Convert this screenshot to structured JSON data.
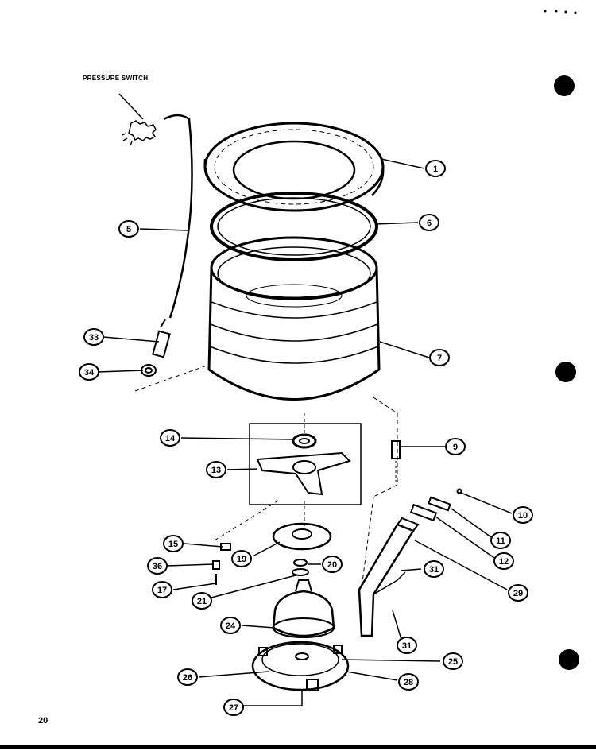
{
  "title": "PRESSURE SWITCH",
  "page_number": "20",
  "callouts": [
    {
      "number": "1"
    },
    {
      "number": "6"
    },
    {
      "number": "5"
    },
    {
      "number": "33"
    },
    {
      "number": "34"
    },
    {
      "number": "7"
    },
    {
      "number": "14"
    },
    {
      "number": "9"
    },
    {
      "number": "13"
    },
    {
      "number": "10"
    },
    {
      "number": "11"
    },
    {
      "number": "12"
    },
    {
      "number": "15"
    },
    {
      "number": "19"
    },
    {
      "number": "20"
    },
    {
      "number": "36"
    },
    {
      "number": "17"
    },
    {
      "number": "21"
    },
    {
      "number": "31"
    },
    {
      "number": "29"
    },
    {
      "number": "24"
    },
    {
      "number": "31"
    },
    {
      "number": "25"
    },
    {
      "number": "26"
    },
    {
      "number": "28"
    },
    {
      "number": "27"
    }
  ],
  "colors": {
    "ink": "#000000",
    "paper": "#ffffff"
  }
}
